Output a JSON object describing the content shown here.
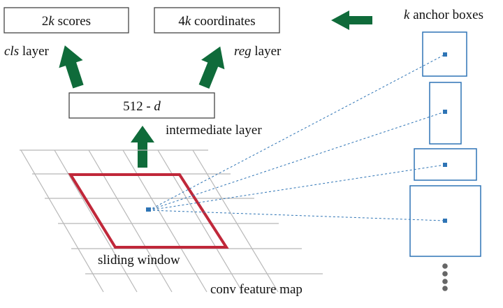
{
  "boxes": {
    "scores": {
      "prefix": "2",
      "var": "k",
      "suffix": " scores"
    },
    "coords": {
      "prefix": "4",
      "var": "k",
      "suffix": " coordinates"
    },
    "intermediate": {
      "prefix": "512 - ",
      "var": "d"
    }
  },
  "labels": {
    "cls_var": "cls",
    "cls_suffix": " layer",
    "reg_var": "reg",
    "reg_suffix": " layer",
    "intermediate_layer": "intermediate layer",
    "anchors_var": "k",
    "anchors_suffix": " anchor boxes",
    "sliding_window": "sliding window",
    "conv_feature_map": "conv feature map"
  },
  "colors": {
    "arrow": "#0f6b3a",
    "window": "#c0283a",
    "anchor": "#2e74b5",
    "grid": "#b8b8b8",
    "box_border": "#444444"
  },
  "icons": {
    "arrows": "thick-green-arrow",
    "more": "vertical-ellipsis-dots"
  }
}
